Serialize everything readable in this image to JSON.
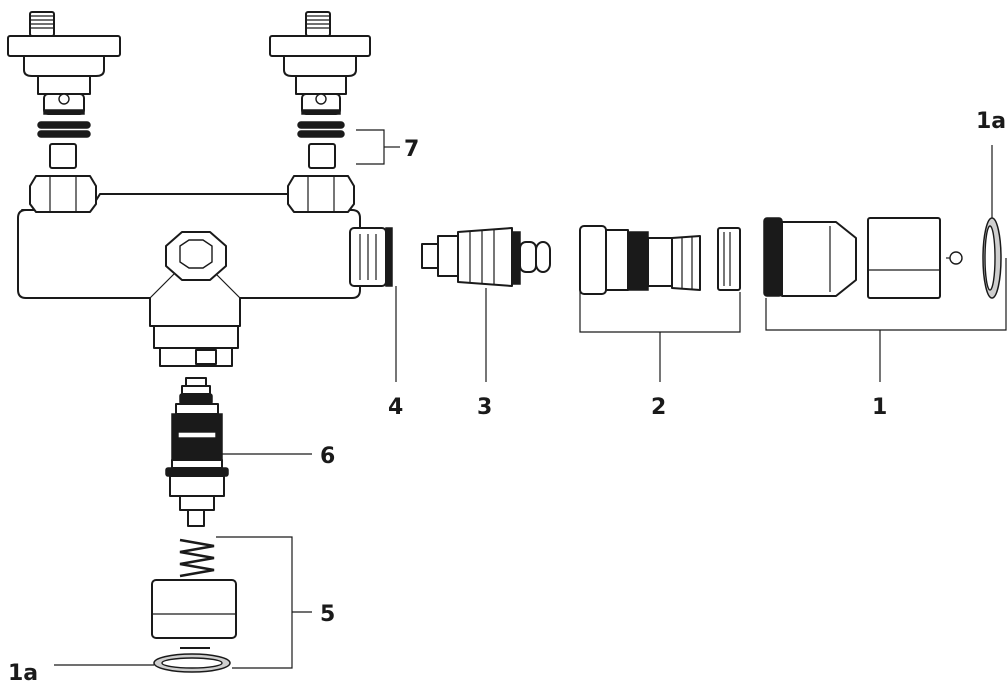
{
  "callouts": {
    "c1": "1",
    "c1a_top": "1a",
    "c1a_bottom": "1a",
    "c2": "2",
    "c3": "3",
    "c4": "4",
    "c5": "5",
    "c6": "6",
    "c7": "7"
  }
}
